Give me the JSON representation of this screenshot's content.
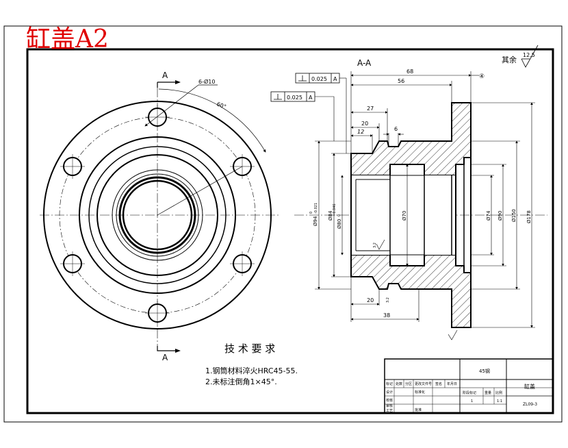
{
  "stamp": {
    "title": "缸盖A2",
    "color": "#e00000"
  },
  "front_view": {
    "section_mark_top": "A",
    "section_mark_bottom": "A",
    "holes_label": "6-Ø10",
    "angle_label": "60°"
  },
  "section_view": {
    "title": "A-A",
    "roughness_note_prefix": "其余",
    "roughness_value": "12.5",
    "perp_tolerance_1": "0.025",
    "perp_datum_1": "A",
    "perp_tolerance_2": "0.025",
    "perp_datum_2": "A",
    "dim_68": "68",
    "dim_56": "56",
    "dim_27": "27",
    "dim_20_top": "20",
    "dim_12": "12",
    "dim_6": "6",
    "dim_20_bottom": "20",
    "dim_38": "38",
    "dia_94": "Ø94",
    "dia_84": "Ø84",
    "dia_80": "Ø80",
    "dia_70": "Ø70",
    "dia_74": "Ø74",
    "dia_90": "Ø90",
    "dia_150": "Ø150",
    "dia_178": "Ø178",
    "tol_94_upper": "0",
    "tol_94_lower": "-0.021",
    "tol_80_upper": "+0.046",
    "tol_80_lower": "0",
    "roughness_inner": "3.2",
    "roughness_inner_2": "3.2",
    "datum_symbol": "④"
  },
  "tech_requirements": {
    "heading": "技 术 要 求",
    "line1": "1.钢筒材料淬火HRC45-55.",
    "line2": "2.未标注倒角1×45°."
  },
  "title_block": {
    "material": "45钢",
    "part_name": "缸盖",
    "drawing_no": "ZL09-3",
    "scale": "1:1",
    "quantity": "1",
    "col_mark": "标记",
    "col_count": "处数",
    "col_zone": "分区",
    "col_doc": "更改文件号",
    "col_sign": "签名",
    "col_date": "年月日",
    "row_design": "设计",
    "row_check": "校核",
    "row_review": "审核",
    "row_process": "工艺",
    "std": "标准化",
    "approve": "批准",
    "stage": "阶段标记",
    "weight": "重量",
    "ratio": "比例"
  }
}
